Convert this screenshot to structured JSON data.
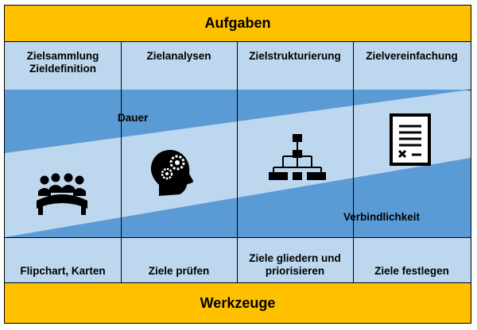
{
  "header": {
    "title": "Aufgaben"
  },
  "footer": {
    "title": "Werkzeuge"
  },
  "tasks": [
    {
      "line1": "Zielsammlung",
      "line2": "Zieldefinition"
    },
    {
      "line1": "Zielanalysen",
      "line2": ""
    },
    {
      "line1": "Zielstrukturierung",
      "line2": ""
    },
    {
      "line1": "Zielvereinfachung",
      "line2": ""
    }
  ],
  "wedges": {
    "top_label": "Dauer",
    "bottom_label": "Verbindlichkeit"
  },
  "tools": [
    {
      "line1": "Flipchart, Karten",
      "line2": ""
    },
    {
      "line1": "Ziele prüfen",
      "line2": ""
    },
    {
      "line1": "Ziele gliedern und",
      "line2": "priorisieren"
    },
    {
      "line1": "Ziele festlegen",
      "line2": ""
    }
  ],
  "icons": [
    "group-meeting-icon",
    "head-gears-icon",
    "hierarchy-icon",
    "document-icon"
  ],
  "colors": {
    "band": "#ffc000",
    "light_blue": "#bdd7ee",
    "wedge_blue": "#5b9bd5"
  }
}
